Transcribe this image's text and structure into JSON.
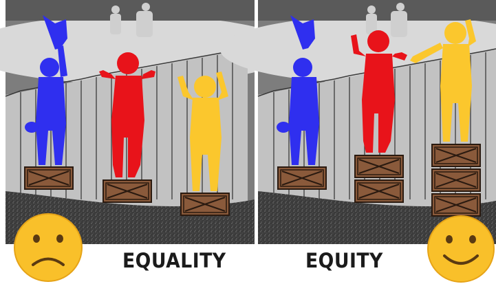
{
  "panels": {
    "left": {
      "caption": "EQUALITY",
      "crate_counts": [
        1,
        1,
        1
      ]
    },
    "right": {
      "caption": "EQUITY",
      "crate_counts": [
        1,
        2,
        3
      ]
    }
  },
  "figures": [
    {
      "name": "blue-figure",
      "color": "#2f2fef"
    },
    {
      "name": "red-figure",
      "color": "#e8131a"
    },
    {
      "name": "yellow-figure",
      "color": "#fbc72d"
    }
  ],
  "emoji": {
    "left": "sad-face-emoji",
    "right": "happy-face-emoji"
  },
  "colors": {
    "crate": "#8c5a3a",
    "fence": "#b9b9b9",
    "ground": "#3a3a3a",
    "emoji": "#f9c02a"
  }
}
